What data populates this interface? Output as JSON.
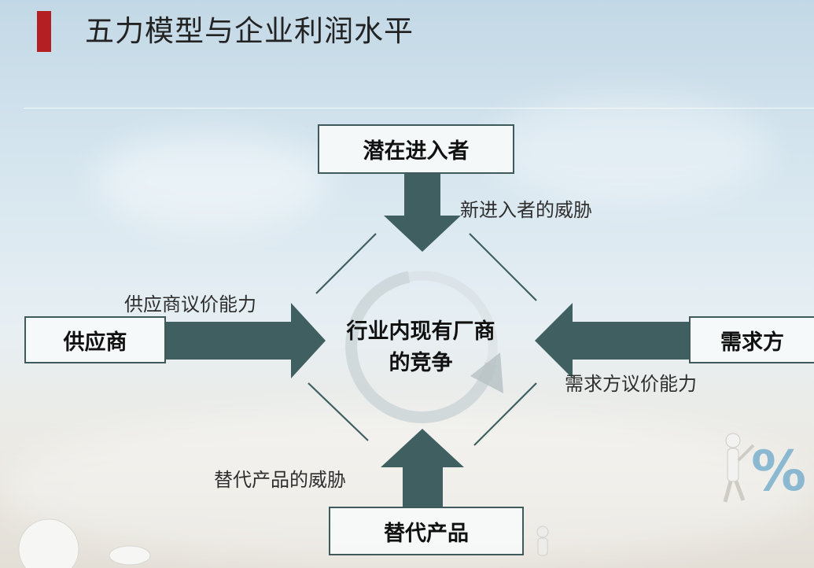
{
  "slide": {
    "title": "五力模型与企业利润水平",
    "accent_color": "#b41f23",
    "arrow_color": "#3f5f60"
  },
  "diagram": {
    "center_lines": [
      "行业内现有厂商",
      "的竞争"
    ],
    "nodes": {
      "top": "潜在进入者",
      "left": "供应商",
      "right": "需求方",
      "bottom": "替代产品"
    },
    "edge_labels": {
      "top": "新进入者的威胁",
      "left": "供应商议价能力",
      "right": "需求方议价能力",
      "bottom": "替代产品的威胁"
    }
  },
  "decoration": {
    "percent_symbol": "%"
  }
}
